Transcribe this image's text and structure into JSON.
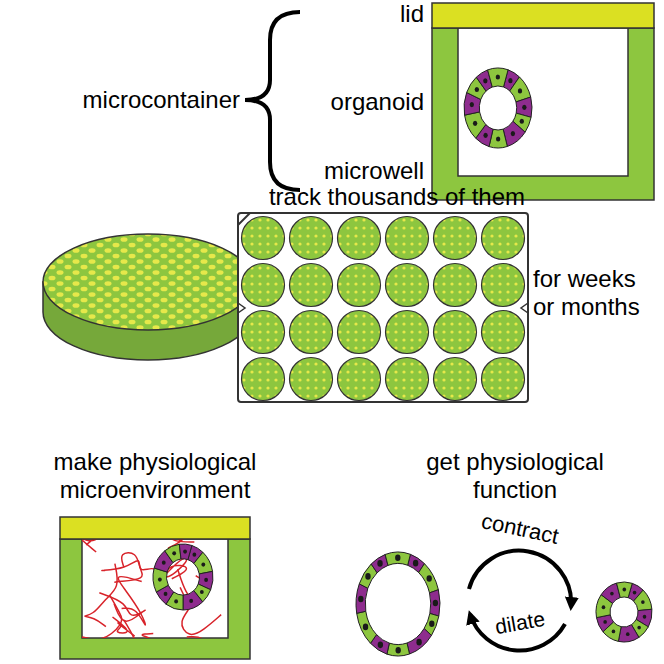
{
  "diagram": {
    "labels": [
      "lid",
      "microcontainer",
      "organoid",
      "microwell",
      "track thousands of them",
      "for weeks or months",
      "make physiological microenvironment",
      "get physiological function",
      "contract",
      "dilate"
    ]
  }
}
